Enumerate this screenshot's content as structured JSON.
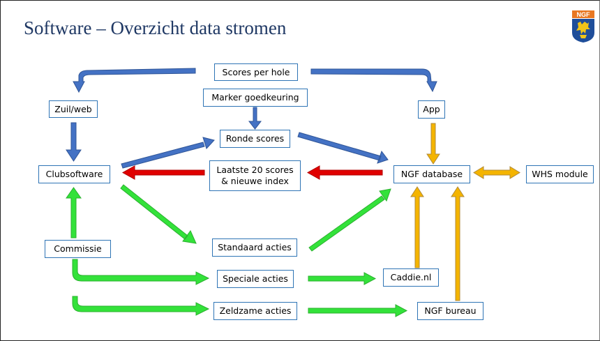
{
  "slide": {
    "title": "Software – Overzicht data stromen",
    "logo_text": "NGF"
  },
  "nodes": {
    "scores_per_hole": "Scores per hole",
    "marker_goedkeuring": "Marker goedkeuring",
    "zuil_web": "Zuil/web",
    "app": "App",
    "ronde_scores": "Ronde scores",
    "clubsoftware": "Clubsoftware",
    "laatste_20_line1": "Laatste 20 scores",
    "laatste_20_line2": "& nieuwe index",
    "ngf_database": "NGF database",
    "whs_module": "WHS module",
    "commissie": "Commissie",
    "standaard_acties": "Standaard acties",
    "speciale_acties": "Speciale acties",
    "caddie_nl": "Caddie.nl",
    "zeldzame_acties": "Zeldzame acties",
    "ngf_bureau": "NGF bureau"
  },
  "colors": {
    "title": "#1f3864",
    "box_border": "#2e74b5",
    "arrow_blue": "#4472c4",
    "arrow_blue_stroke": "#2f5597",
    "arrow_red": "#e00000",
    "arrow_red_stroke": "#b00000",
    "arrow_green": "#33e23a",
    "arrow_green_stroke": "#2bb02f",
    "arrow_yellow": "#f4b400",
    "arrow_yellow_stroke": "#b08a3a",
    "logo_orange": "#e87722",
    "logo_blue": "#1f4e9a"
  },
  "icons": {
    "logo": "ngf-logo-icon"
  }
}
